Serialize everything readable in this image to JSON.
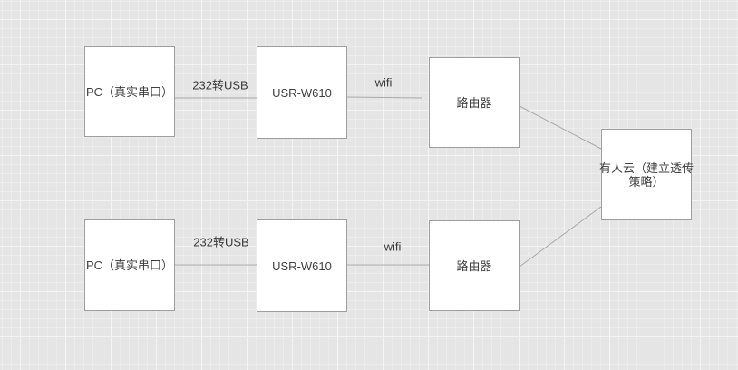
{
  "diagram": {
    "nodes": {
      "pc_top": {
        "label": "PC（真实串口）"
      },
      "usr_top": {
        "label": "USR-W610"
      },
      "router_top": {
        "label": "路由器"
      },
      "pc_bottom": {
        "label": "PC（真实串口）"
      },
      "usr_bottom": {
        "label": "USR-W610"
      },
      "router_bottom": {
        "label": "路由器"
      },
      "cloud": {
        "label": "有人云（建立透传\n策略）"
      }
    },
    "edge_labels": {
      "serial_top": "232转USB",
      "wifi_top": "wifi",
      "serial_bottom": "232转USB",
      "wifi_bottom": "wifi"
    },
    "colors": {
      "canvas_background": "#e5e5e5",
      "grid_line_minor": "#ececec",
      "grid_line_major": "#f4f4f4",
      "node_fill": "#ffffff",
      "node_border": "#9e9e9e",
      "connector": "#a9a9a9",
      "text": "#3f3f3f"
    }
  }
}
